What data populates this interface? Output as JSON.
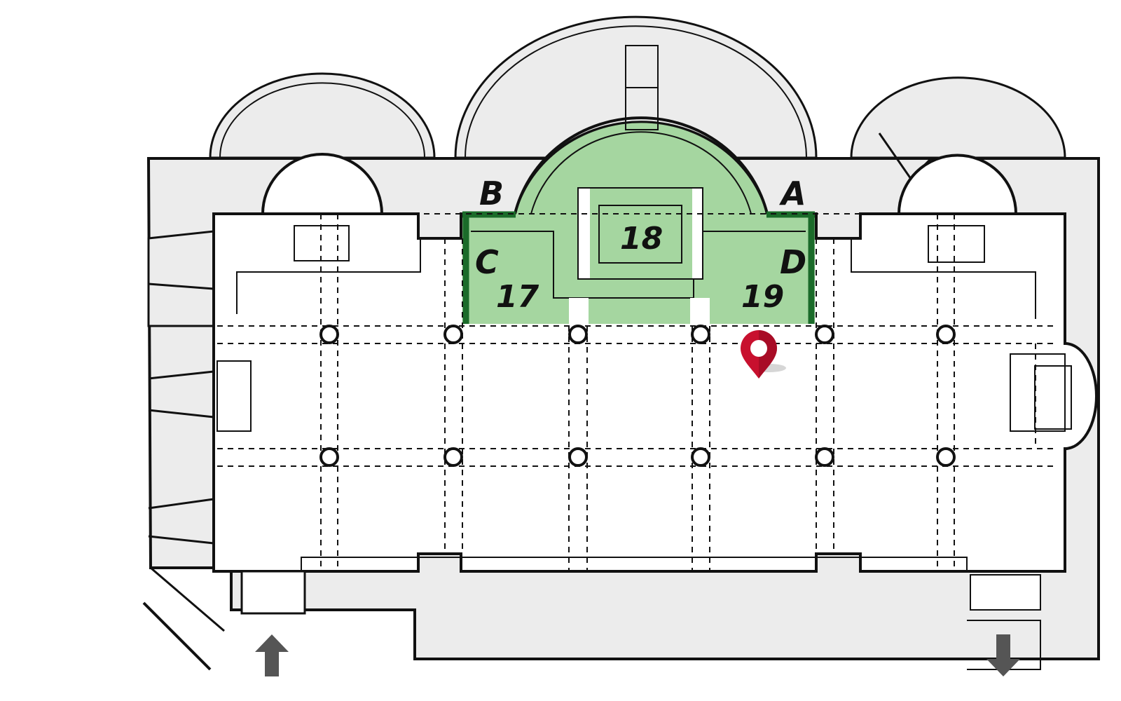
{
  "map": {
    "wall_labels": {
      "a": "A",
      "b": "B",
      "c": "C",
      "d": "D"
    },
    "section_labels": {
      "s17": "17",
      "s18": "18",
      "s19": "19"
    },
    "icons": {
      "location_pin": "map-pin-icon",
      "entrance": "arrow-up-icon",
      "exit": "arrow-down-icon"
    },
    "colors": {
      "highlight_area": "#a5d6a0",
      "highlight_wall": "#1b6b2a",
      "wall_fill": "#ececec",
      "pin": "#c8102e",
      "arrow": "#555555"
    }
  }
}
